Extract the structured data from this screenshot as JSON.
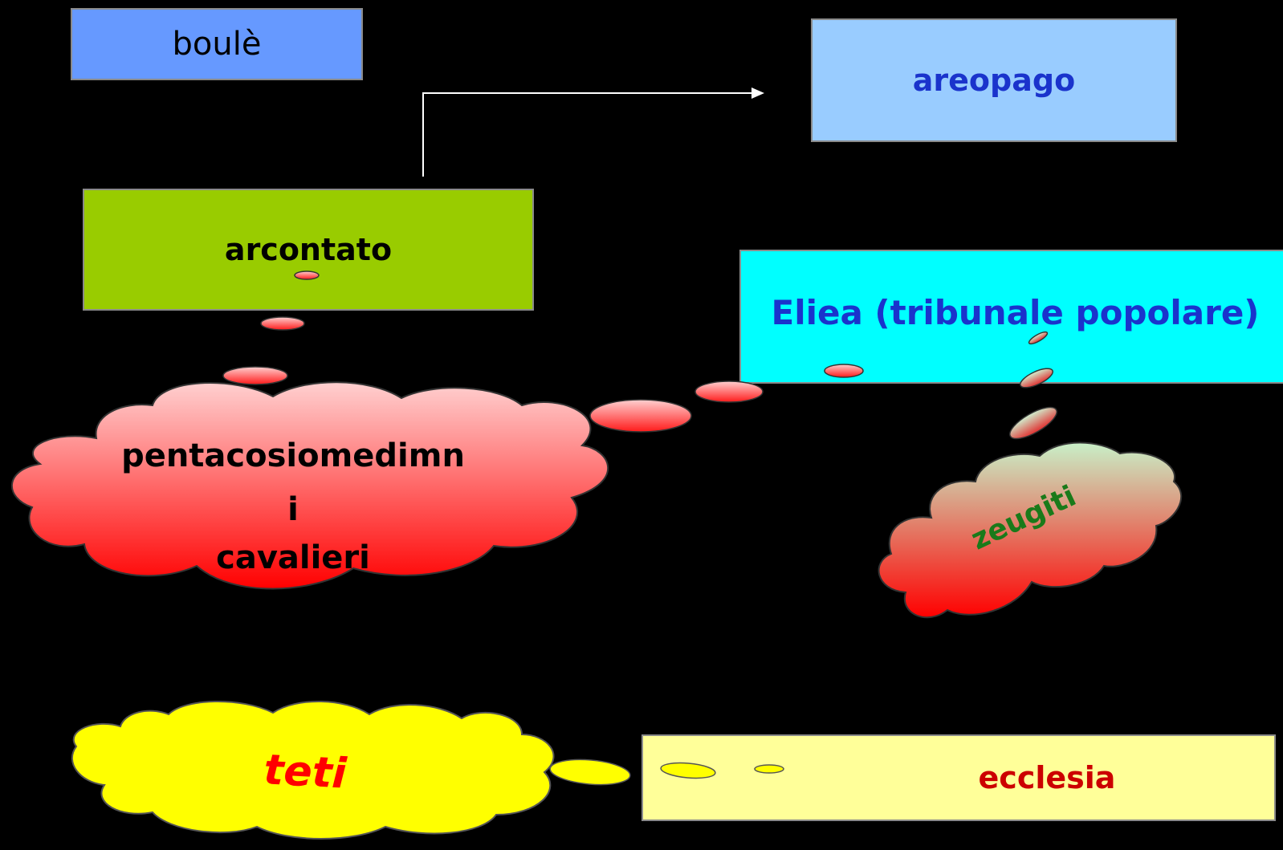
{
  "diagram": {
    "boxes": {
      "boule": "boulè",
      "areopago": "areopago",
      "arcontato": "arcontato",
      "eliea": "Eliea (tribunale popolare)",
      "ecclesia": "ecclesia"
    },
    "clouds": {
      "pentacosiomedimni_line1": "pentacosiomedimn",
      "pentacosiomedimni_line2": "i",
      "pentacosiomedimni_line3": "cavalieri",
      "zeugiti": "zeugiti",
      "teti": "teti"
    }
  },
  "colors": {
    "background": "#000000",
    "boule_fill": "#6699ff",
    "areopago_fill": "#99ccff",
    "arcontato_fill": "#99cc00",
    "eliea_fill": "#00ffff",
    "ecclesia_fill": "#ffff99",
    "cloud_red": "#ff0000",
    "cloud_yellow": "#ffff00"
  }
}
